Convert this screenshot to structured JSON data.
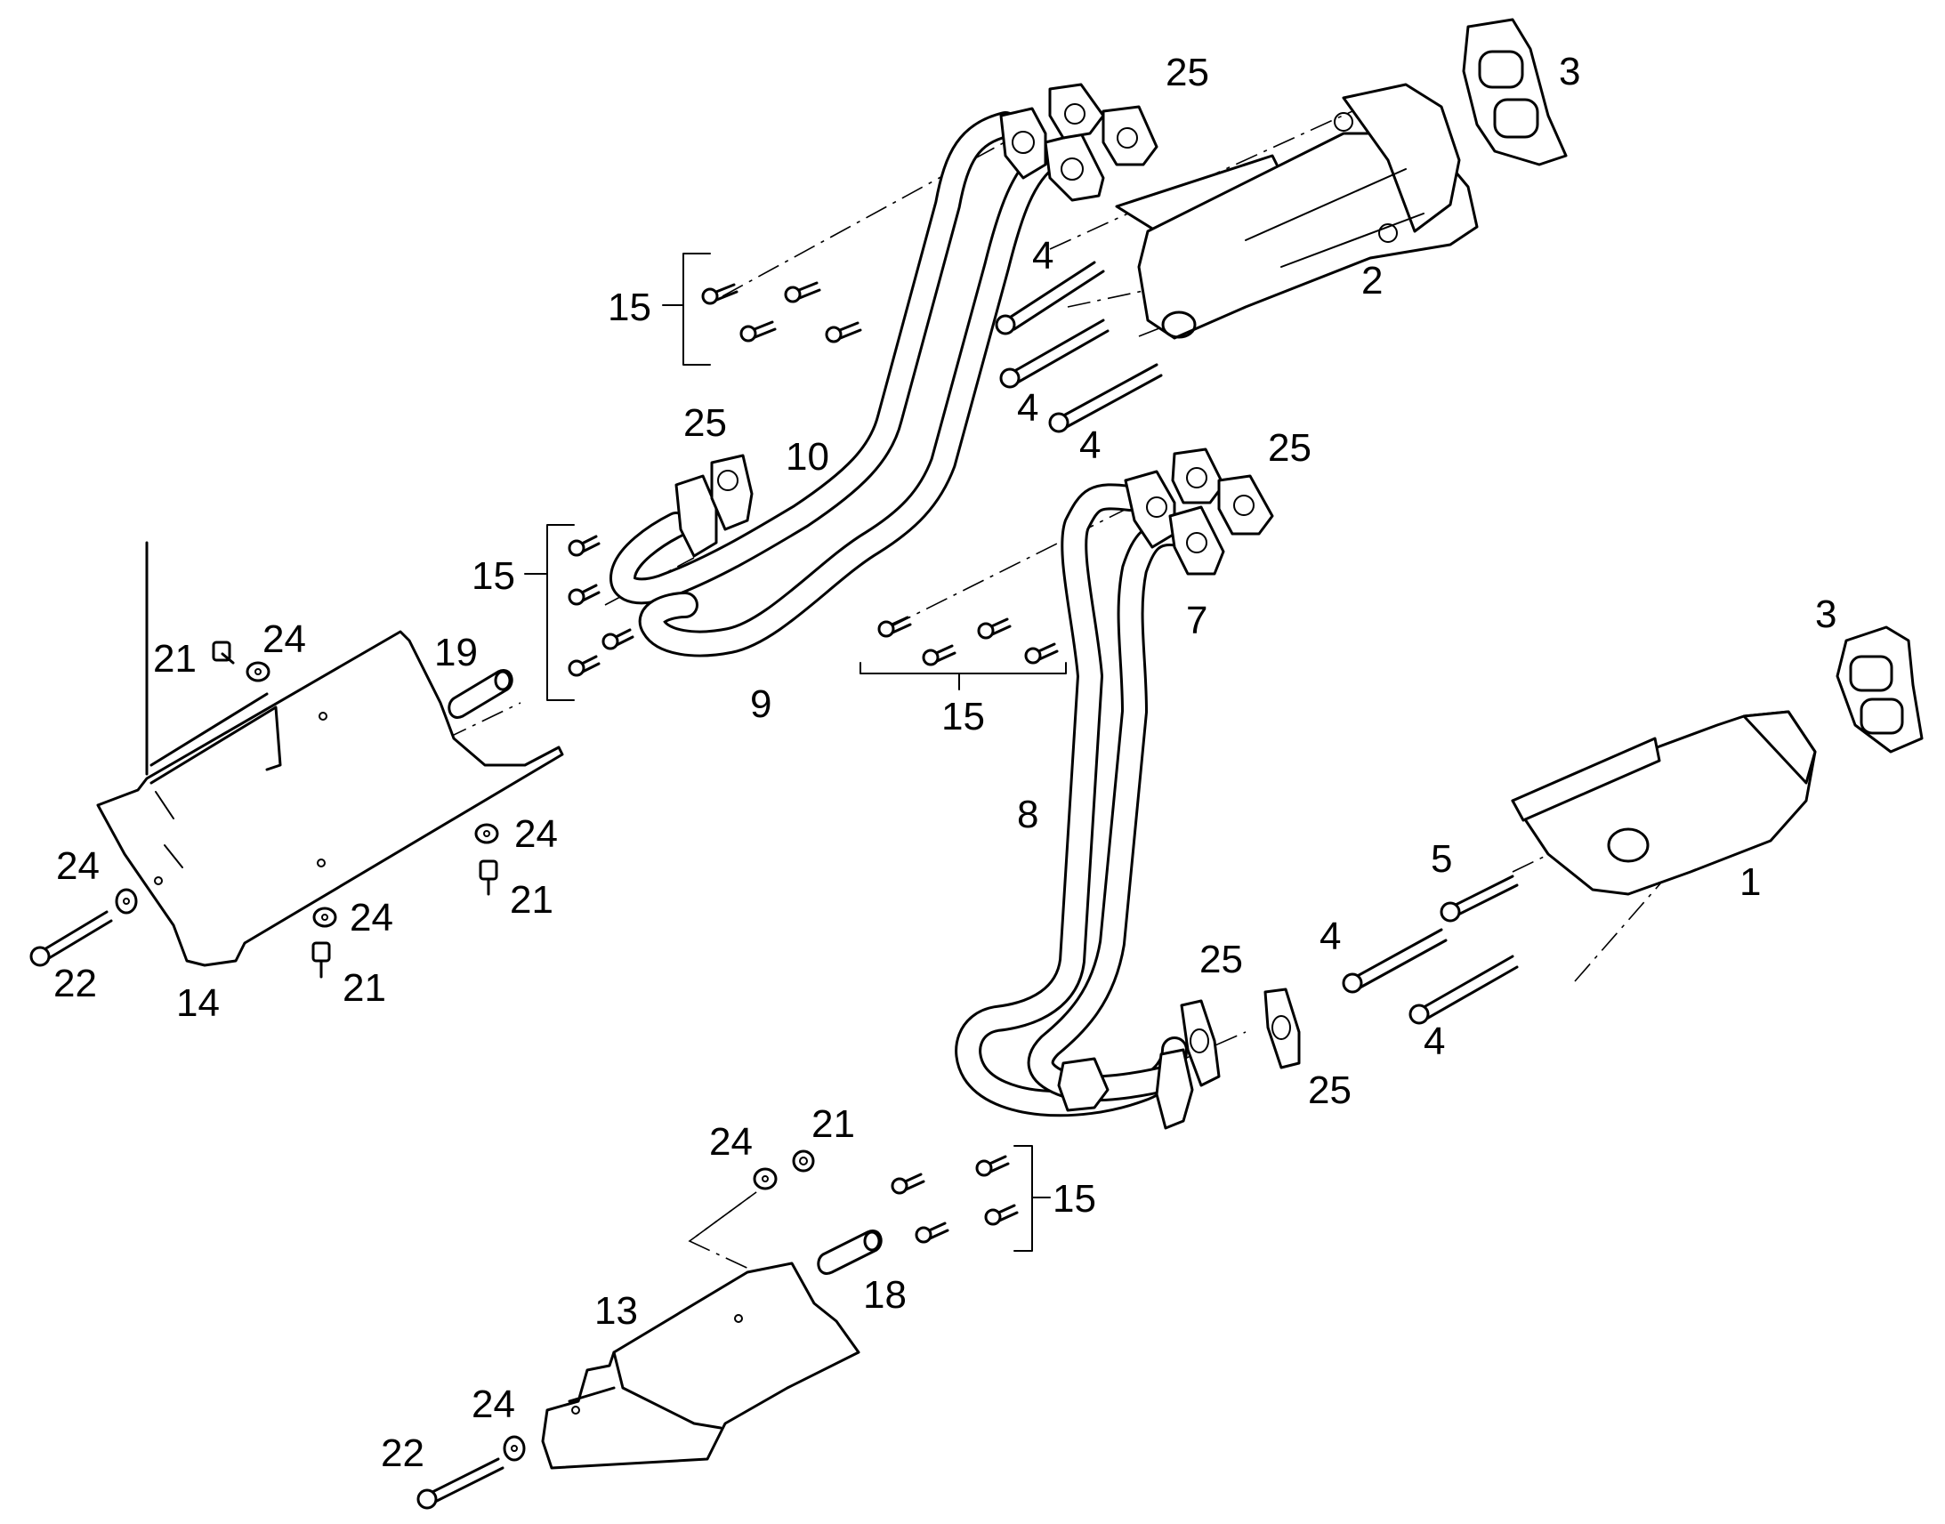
{
  "diagram": {
    "background": "#ffffff",
    "line_color": "#000000",
    "callouts": [
      {
        "id": "c-25-top",
        "text": "25"
      },
      {
        "id": "c-3-top",
        "text": "3"
      },
      {
        "id": "c-4-a",
        "text": "4"
      },
      {
        "id": "c-2",
        "text": "2"
      },
      {
        "id": "c-15-upper",
        "text": "15"
      },
      {
        "id": "c-4-b",
        "text": "4"
      },
      {
        "id": "c-4-c",
        "text": "4"
      },
      {
        "id": "c-25-mid-left",
        "text": "25"
      },
      {
        "id": "c-10",
        "text": "10"
      },
      {
        "id": "c-25-mid-right",
        "text": "25"
      },
      {
        "id": "c-15-left",
        "text": "15"
      },
      {
        "id": "c-7",
        "text": "7"
      },
      {
        "id": "c-3-right",
        "text": "3"
      },
      {
        "id": "c-21-a",
        "text": "21"
      },
      {
        "id": "c-24-a",
        "text": "24"
      },
      {
        "id": "c-19",
        "text": "19"
      },
      {
        "id": "c-9",
        "text": "9"
      },
      {
        "id": "c-15-mid",
        "text": "15"
      },
      {
        "id": "c-8",
        "text": "8"
      },
      {
        "id": "c-24-b",
        "text": "24"
      },
      {
        "id": "c-24-c",
        "text": "24"
      },
      {
        "id": "c-5",
        "text": "5"
      },
      {
        "id": "c-21-b",
        "text": "21"
      },
      {
        "id": "c-1",
        "text": "1"
      },
      {
        "id": "c-24-d",
        "text": "24"
      },
      {
        "id": "c-4-d",
        "text": "4"
      },
      {
        "id": "c-25-lower",
        "text": "25"
      },
      {
        "id": "c-22-a",
        "text": "22"
      },
      {
        "id": "c-21-c",
        "text": "21"
      },
      {
        "id": "c-14",
        "text": "14"
      },
      {
        "id": "c-4-e",
        "text": "4"
      },
      {
        "id": "c-25-bottom",
        "text": "25"
      },
      {
        "id": "c-21-d",
        "text": "21"
      },
      {
        "id": "c-24-e",
        "text": "24"
      },
      {
        "id": "c-15-lower",
        "text": "15"
      },
      {
        "id": "c-13",
        "text": "13"
      },
      {
        "id": "c-18",
        "text": "18"
      },
      {
        "id": "c-24-f",
        "text": "24"
      },
      {
        "id": "c-22-b",
        "text": "22"
      }
    ]
  }
}
